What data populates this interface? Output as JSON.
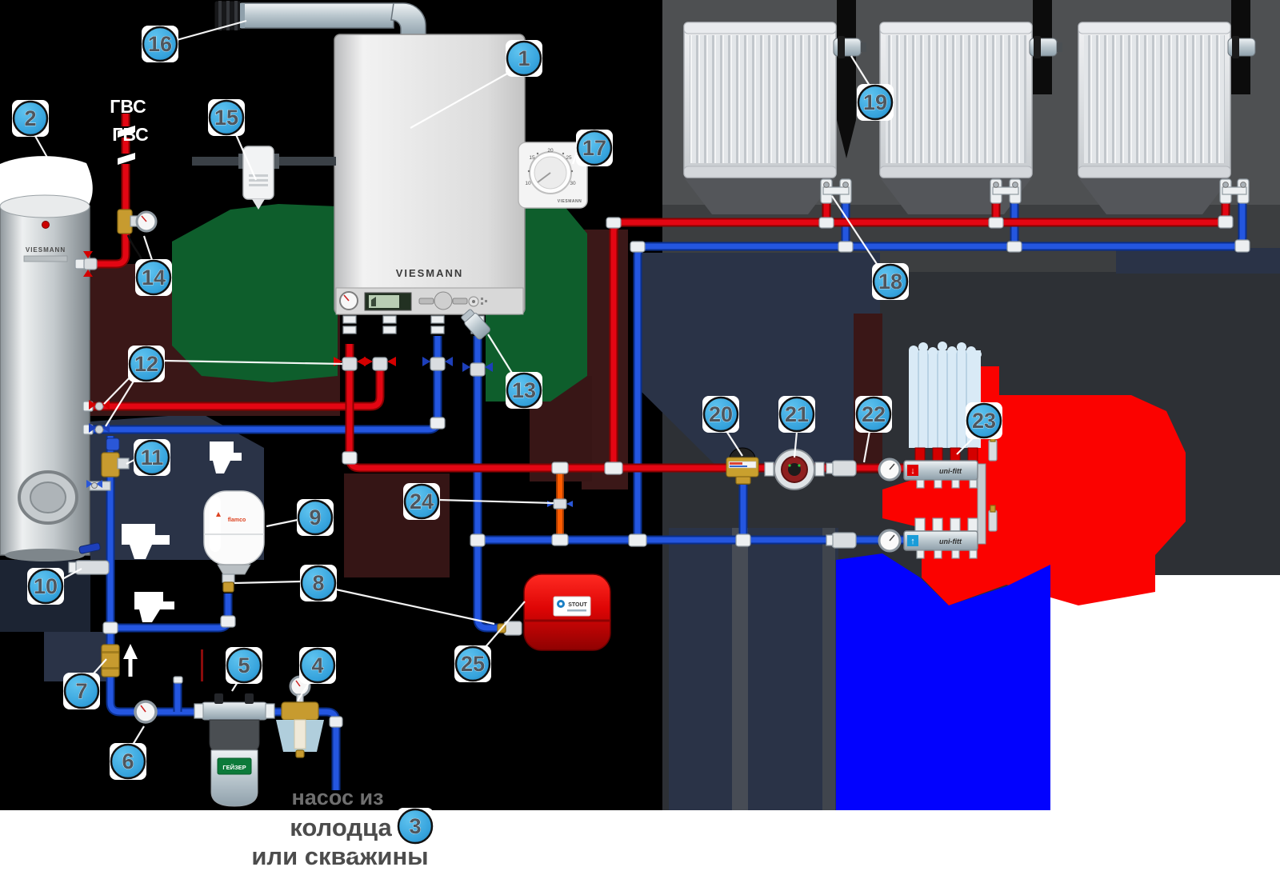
{
  "callouts": [
    {
      "n": "1"
    },
    {
      "n": "2"
    },
    {
      "n": "3"
    },
    {
      "n": "4"
    },
    {
      "n": "5"
    },
    {
      "n": "6"
    },
    {
      "n": "7"
    },
    {
      "n": "8"
    },
    {
      "n": "9"
    },
    {
      "n": "10"
    },
    {
      "n": "11"
    },
    {
      "n": "12"
    },
    {
      "n": "13"
    },
    {
      "n": "14"
    },
    {
      "n": "15"
    },
    {
      "n": "16"
    },
    {
      "n": "17"
    },
    {
      "n": "18"
    },
    {
      "n": "19"
    },
    {
      "n": "20"
    },
    {
      "n": "21"
    },
    {
      "n": "22"
    },
    {
      "n": "23"
    },
    {
      "n": "24"
    },
    {
      "n": "25"
    }
  ],
  "labels": {
    "gvs_top": "ГВС",
    "gvs_bottom": "ГВС",
    "source_line1": "насос из",
    "source_line2": "колодца",
    "source_line3": "или скважины"
  },
  "brands": {
    "boiler": "VIESMANN",
    "storage_tank": "VIESMANN",
    "thermostat": "VIESMANN",
    "water_filter": "ГЕЙЗЕР",
    "expansion_tank_dhw": "flamco",
    "expansion_tank_heating": "STOUT",
    "manifold_supply": "uni-fitt",
    "manifold_return": "uni-fitt"
  },
  "thermostat": {
    "scale": [
      "10",
      "15",
      "20",
      "25",
      "30"
    ]
  },
  "manifold": {
    "supply_arrow": "↓",
    "return_arrow": "↑"
  },
  "colors": {
    "supply_pipe": "#e30613",
    "return_pipe": "#2456e0",
    "callout": "#3fa9e1",
    "accent_red": "#fb0200",
    "accent_blue": "#0202fe",
    "green_zone": "#0e5e2c"
  }
}
